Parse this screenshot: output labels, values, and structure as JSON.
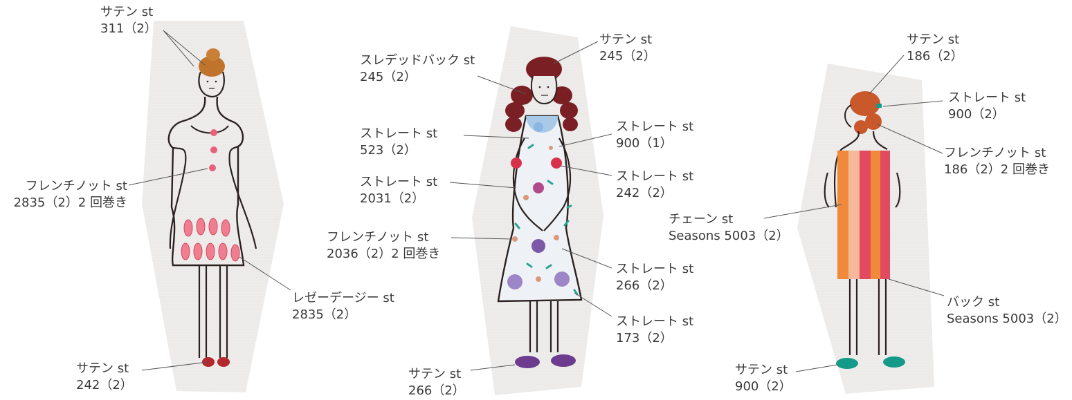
{
  "colors": {
    "fabric": "#ecebea",
    "outline": "#2b2220",
    "leader": "#555555",
    "hair1": "#c0742b",
    "hair2": "#7a1f24",
    "hair3": "#c9582a",
    "pink": "#e8607a",
    "shoe1": "#b4282f",
    "shoe2": "#6d3c8f",
    "shoe3": "#159a8a",
    "stripeA": "#f08a3a",
    "stripeB": "#e24b5f",
    "stripeC": "#f6b89a",
    "dressBlue": "#a9c9e8",
    "flowerRed": "#d8324a",
    "flowerPurple": "#7d5aa8",
    "leaf": "#2aa48f",
    "knot": "#d99a7a"
  },
  "labels": [
    {
      "name": "f1-hair-satin",
      "line1": "サテン st",
      "line2": "311（2）"
    },
    {
      "name": "f1-french-knot",
      "line1": "フレンチノット st",
      "line2": "2835（2）2 回巻き"
    },
    {
      "name": "f1-lazy-daisy",
      "line1": "レゼーデージー st",
      "line2": "2835（2）"
    },
    {
      "name": "f1-shoe-satin",
      "line1": "サテン st",
      "line2": "242（2）"
    },
    {
      "name": "f2-hair-satin",
      "line1": "サテン st",
      "line2": "245（2）"
    },
    {
      "name": "f2-threaded-back",
      "line1": "スレデッドバック st",
      "line2": "245（2）"
    },
    {
      "name": "f2-straight-523",
      "line1": "ストレート st",
      "line2": "523（2）"
    },
    {
      "name": "f2-straight-900",
      "line1": "ストレート st",
      "line2": "900（1）"
    },
    {
      "name": "f2-straight-242",
      "line1": "ストレート st",
      "line2": "242（2）"
    },
    {
      "name": "f2-straight-2031",
      "line1": "ストレート st",
      "line2": "2031（2）"
    },
    {
      "name": "f2-french-knot",
      "line1": "フレンチノット st",
      "line2": "2036（2）2 回巻き"
    },
    {
      "name": "f2-straight-266",
      "line1": "ストレート st",
      "line2": "266（2）"
    },
    {
      "name": "f2-straight-173",
      "line1": "ストレート st",
      "line2": "173（2）"
    },
    {
      "name": "f2-shoe-satin",
      "line1": "サテン st",
      "line2": "266（2）"
    },
    {
      "name": "f3-hair-satin",
      "line1": "サテン st",
      "line2": "186（2）"
    },
    {
      "name": "f3-straight-900",
      "line1": "ストレート st",
      "line2": "900（2）"
    },
    {
      "name": "f3-french-knot",
      "line1": "フレンチノット st",
      "line2": "186（2）2 回巻き"
    },
    {
      "name": "f3-chain",
      "line1": "チェーン st",
      "line2": "Seasons 5003（2）"
    },
    {
      "name": "f3-back",
      "line1": "バック st",
      "line2": "Seasons 5003（2）"
    },
    {
      "name": "f3-shoe-satin",
      "line1": "サテン st",
      "line2": "900（2）"
    }
  ]
}
